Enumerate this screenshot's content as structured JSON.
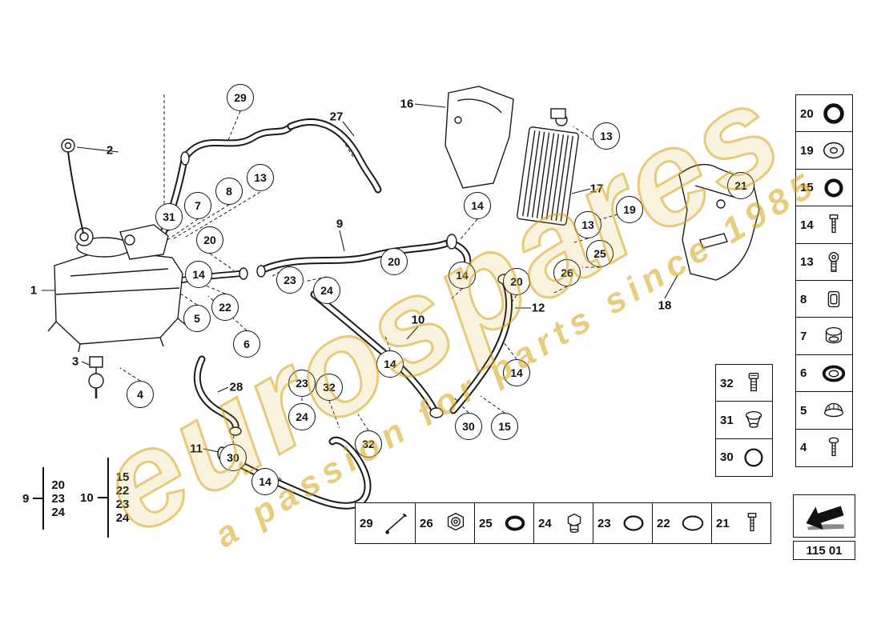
{
  "watermark": {
    "brand": "eurospares",
    "tagline": "a passion for parts since 1985"
  },
  "footer": {
    "code": "115 01",
    "arrow_icon": "direction-arrow"
  },
  "callouts": {
    "c29": "29",
    "c13a": "13",
    "c8": "8",
    "c7": "7",
    "c31": "31",
    "c20a": "20",
    "c14a": "14",
    "c23a": "23",
    "c24a": "24",
    "c20b": "20",
    "c14b": "14",
    "c13b": "13",
    "c19": "19",
    "c13c": "13",
    "c25": "25",
    "c26": "26",
    "c21": "21",
    "c20c": "20",
    "c14c": "14",
    "c22": "22",
    "c5": "5",
    "c6": "6",
    "c4": "4",
    "c14d": "14",
    "c23b": "23",
    "c32a": "32",
    "c24b": "24",
    "c14e": "14",
    "c30a": "30",
    "c15": "15",
    "c32b": "32",
    "c30b": "30",
    "c14f": "14"
  },
  "labels": {
    "p1": "1",
    "p2": "2",
    "p3": "3",
    "p9": "9",
    "p10": "10",
    "p11": "11",
    "p12": "12",
    "p16": "16",
    "p17": "17",
    "p18": "18",
    "p27": "27",
    "p28": "28"
  },
  "left_groups": {
    "g9": {
      "label": "9",
      "i1": "20",
      "i2": "23",
      "i3": "24"
    },
    "g10": {
      "label": "10",
      "i1": "15",
      "i2": "22",
      "i3": "23",
      "i4": "24"
    }
  },
  "right_table": {
    "r1": {
      "num": "20",
      "icon": "seal-ring-icon"
    },
    "r2": {
      "num": "19",
      "icon": "flat-washer-icon"
    },
    "r3": {
      "num": "15",
      "icon": "seal-ring-icon"
    },
    "r4": {
      "num": "14",
      "icon": "bolt-icon"
    },
    "r5": {
      "num": "13",
      "icon": "banjo-bolt-icon"
    },
    "r6": {
      "num": "8",
      "icon": "grommet-clip-icon"
    },
    "r7": {
      "num": "7",
      "icon": "grommet-icon"
    },
    "r8": {
      "num": "6",
      "icon": "seal-ring-icon"
    },
    "r9": {
      "num": "5",
      "icon": "cap-icon"
    },
    "r10": {
      "num": "4",
      "icon": "screw-icon"
    }
  },
  "mid_table": {
    "m1": {
      "num": "32",
      "icon": "plug-screw-icon"
    },
    "m2": {
      "num": "31",
      "icon": "grommet-nut-icon"
    },
    "m3": {
      "num": "30",
      "icon": "o-ring-icon"
    }
  },
  "bottom_table": {
    "b1": {
      "num": "29",
      "icon": "dipstick-rod-icon"
    },
    "b2": {
      "num": "26",
      "icon": "union-nut-icon"
    },
    "b3": {
      "num": "25",
      "icon": "seal-ring-icon"
    },
    "b4": {
      "num": "24",
      "icon": "hex-plug-icon"
    },
    "b5": {
      "num": "23",
      "icon": "o-ring-icon"
    },
    "b6": {
      "num": "22",
      "icon": "o-ring-icon"
    },
    "b7": {
      "num": "21",
      "icon": "bolt-icon"
    }
  }
}
